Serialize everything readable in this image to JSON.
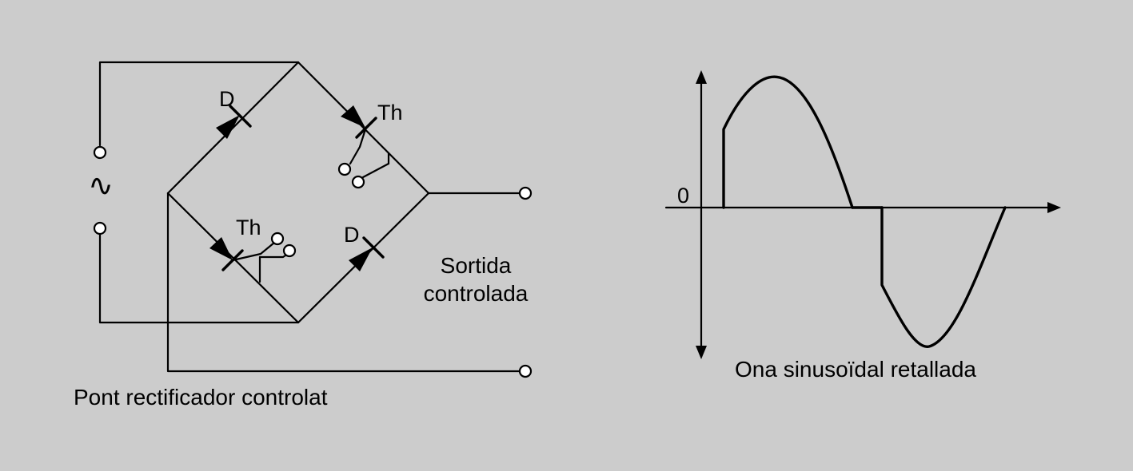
{
  "colors": {
    "background": "#cccccc",
    "stroke": "#000000",
    "terminal_fill": "#ffffff"
  },
  "circuit": {
    "source_symbol": "∿",
    "diode_upper_label": "D",
    "thyristor_upper_label": "Th",
    "thyristor_lower_label": "Th",
    "diode_lower_label": "D",
    "output_label_line1": "Sortida",
    "output_label_line2": "controlada",
    "caption": "Pont rectificador controlat"
  },
  "waveform": {
    "zero_label": "0",
    "caption": "Ona sinusoïdal retallada"
  }
}
